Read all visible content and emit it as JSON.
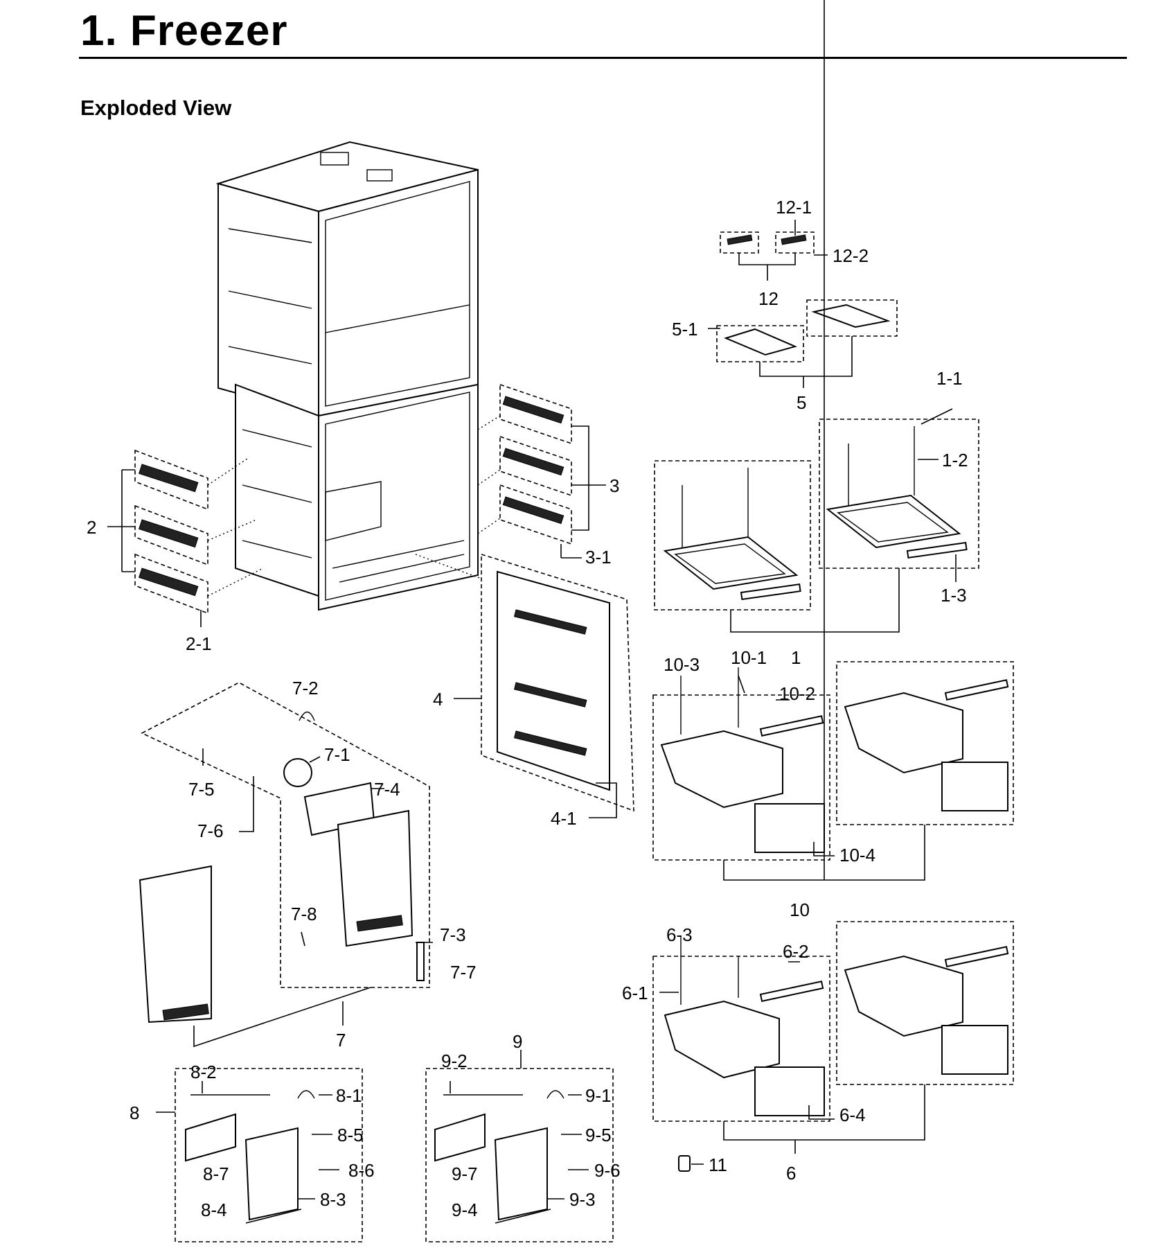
{
  "title": "1.  Freezer",
  "heading": "Exploded View",
  "callouts": {
    "c12_1": "12-1",
    "c12_2": "12-2",
    "c12": "12",
    "c5_1": "5-1",
    "c5": "5",
    "c1_1": "1-1",
    "c1_2": "1-2",
    "c1_3": "1-3",
    "c1": "1",
    "c3": "3",
    "c3_1": "3-1",
    "c2": "2",
    "c2_1": "2-1",
    "c4": "4",
    "c4_1": "4-1",
    "c10_3": "10-3",
    "c10_1": "10-1",
    "c10_2": "10-2",
    "c10_4": "10-4",
    "c10": "10",
    "c7_2": "7-2",
    "c7_1": "7-1",
    "c7_5": "7-5",
    "c7_4": "7-4",
    "c7_6": "7-6",
    "c7_8": "7-8",
    "c7_3": "7-3",
    "c7_7": "7-7",
    "c7": "7",
    "c6_3": "6-3",
    "c6_2": "6-2",
    "c6_1": "6-1",
    "c6_4": "6-4",
    "c6": "6",
    "c9": "9",
    "c9_2": "9-2",
    "c9_1": "9-1",
    "c9_5": "9-5",
    "c9_6": "9-6",
    "c9_7": "9-7",
    "c9_4": "9-4",
    "c9_3": "9-3",
    "c8_2": "8-2",
    "c8": "8",
    "c8_1": "8-1",
    "c8_5": "8-5",
    "c8_6": "8-6",
    "c8_7": "8-7",
    "c8_4": "8-4",
    "c8_3": "8-3",
    "c11": "11"
  }
}
